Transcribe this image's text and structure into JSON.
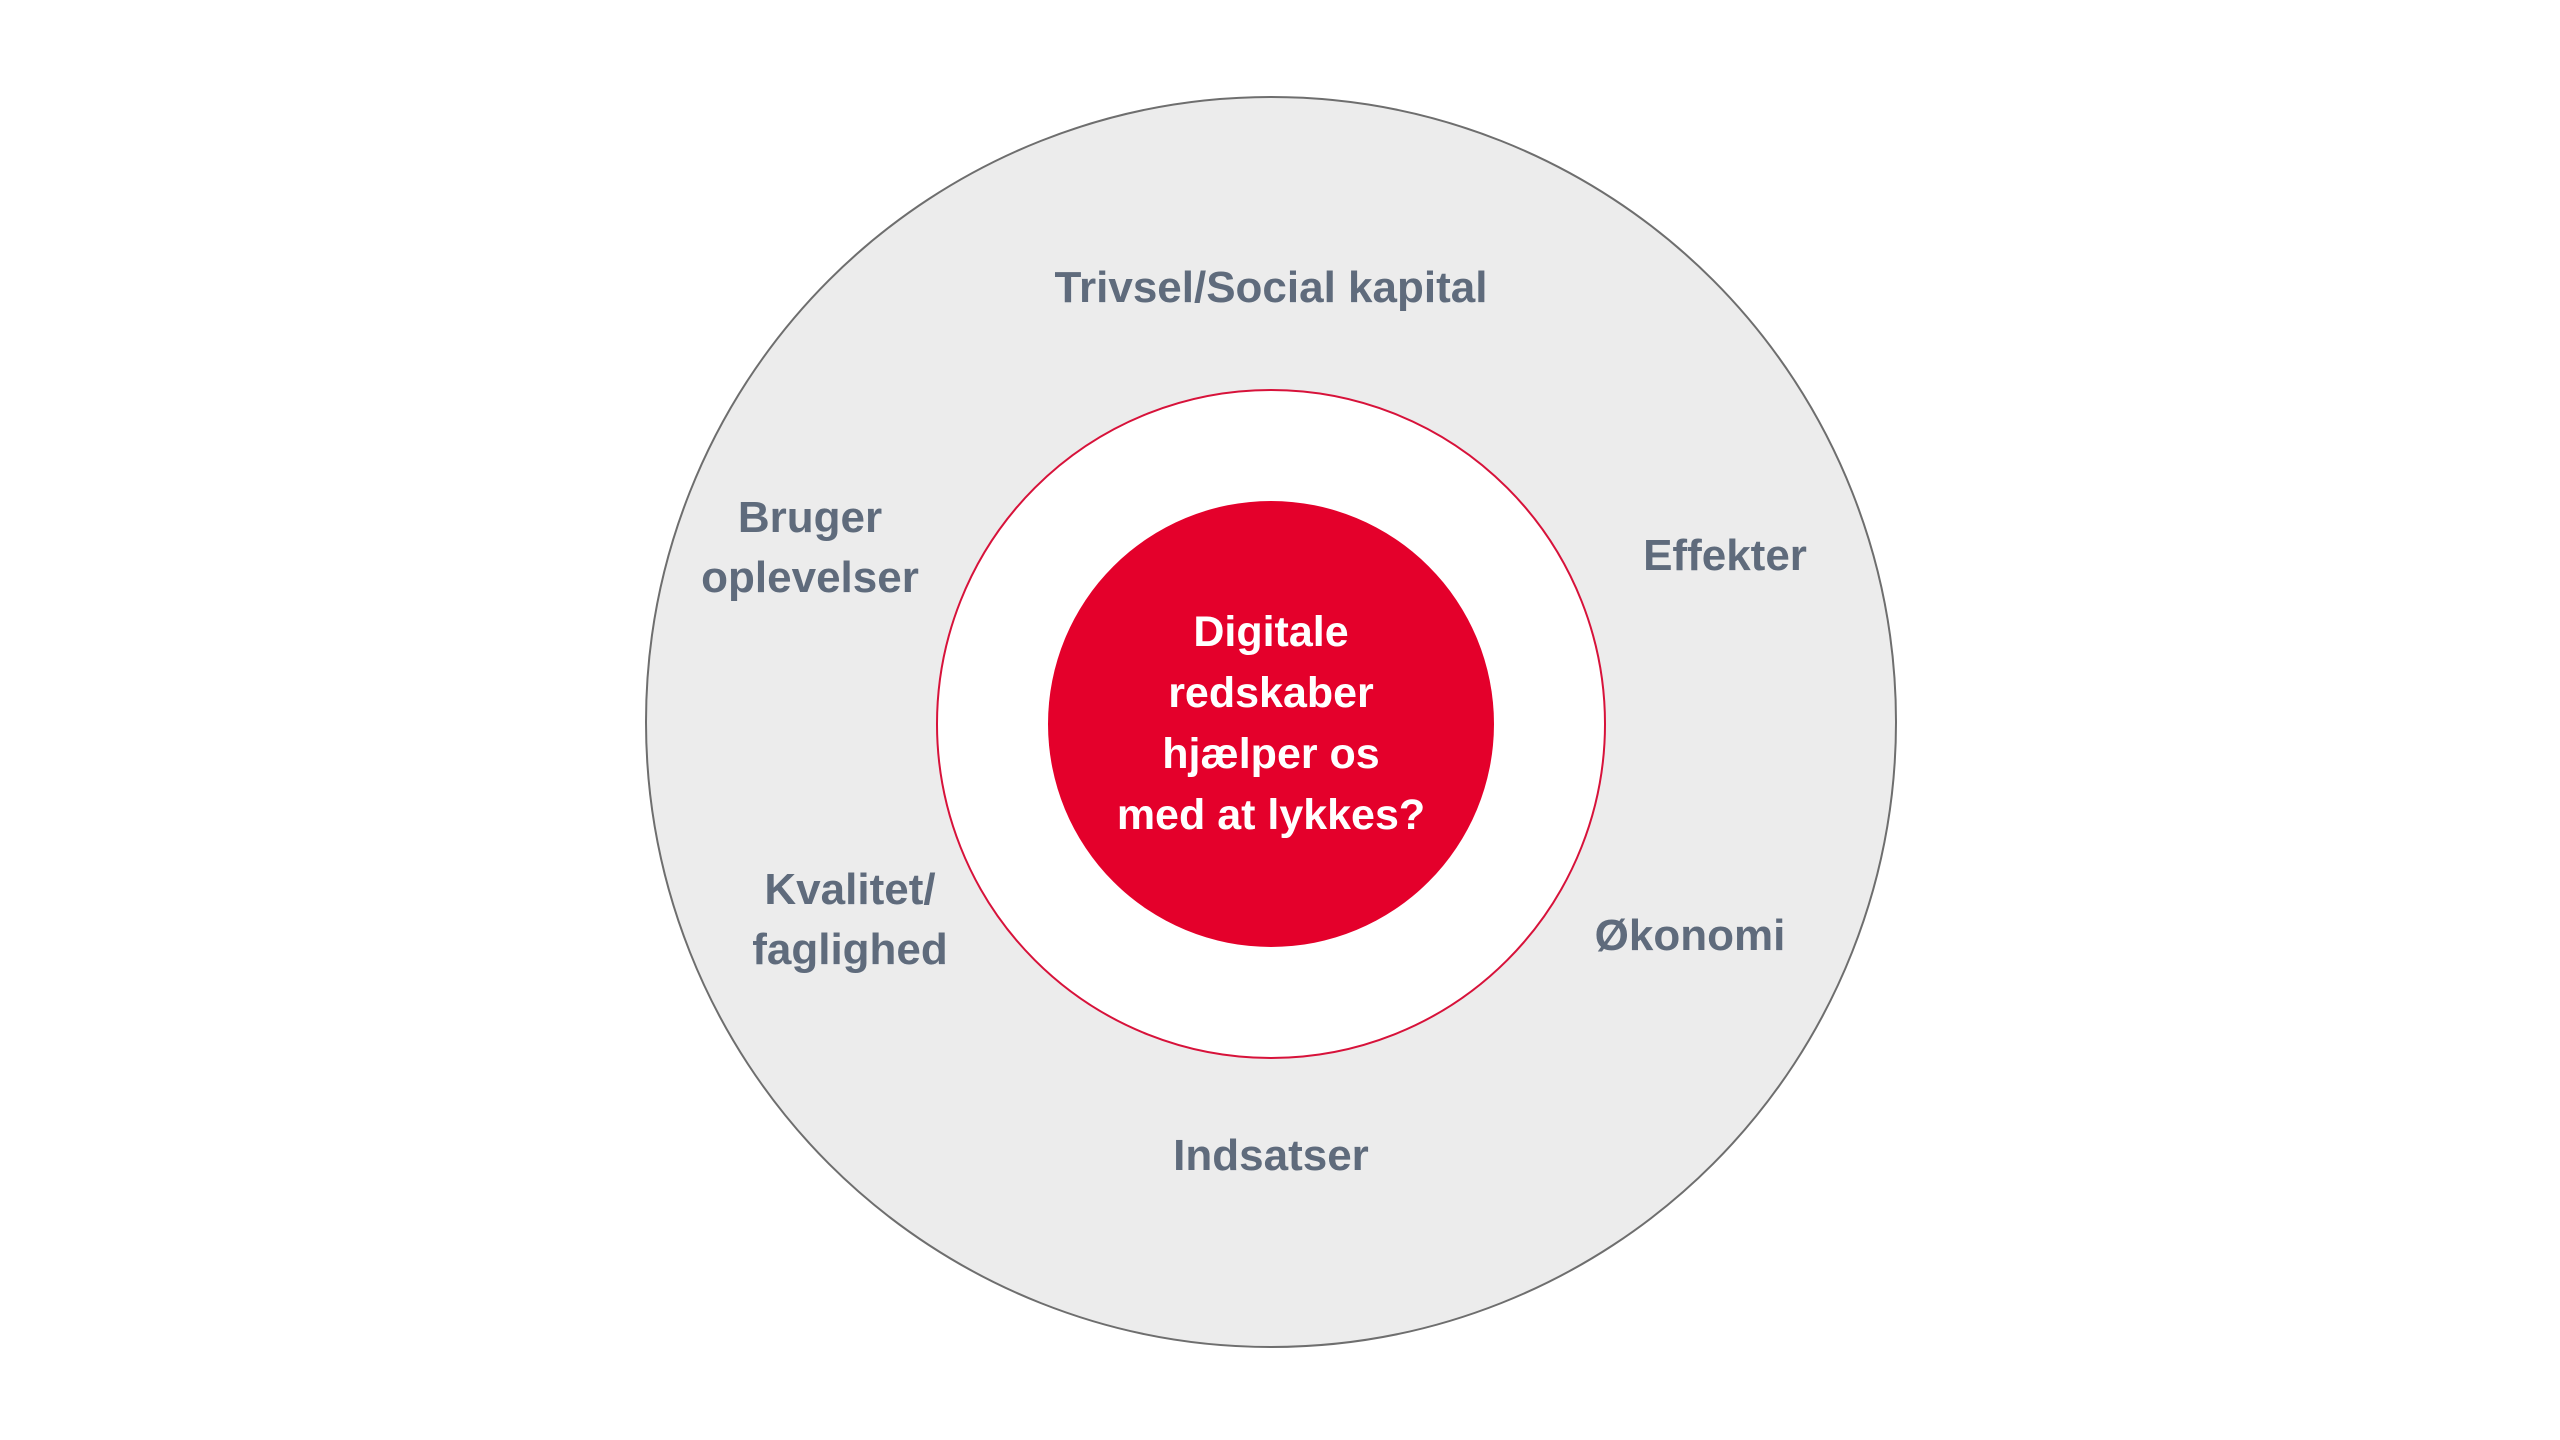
{
  "center": {
    "lines": [
      "Digitale",
      "redskaber",
      "hjælper os",
      "med at lykkes?"
    ]
  },
  "ring_labels": {
    "top": [
      "Trivsel/Social kapital"
    ],
    "left_upper": [
      "Bruger",
      "oplevelser"
    ],
    "right_upper": [
      "Effekter"
    ],
    "left_lower": [
      "Kvalitet/",
      "faglighed"
    ],
    "right_lower": [
      "Økonomi"
    ],
    "bottom": [
      "Indsatser"
    ]
  },
  "colors": {
    "core": "#e4002b",
    "inner_ring_border": "#d7123a",
    "outer_ring_fill": "#ececec",
    "outer_ring_border": "#6e6e6e",
    "label_text": "#5f6b7c",
    "core_text": "#ffffff"
  }
}
